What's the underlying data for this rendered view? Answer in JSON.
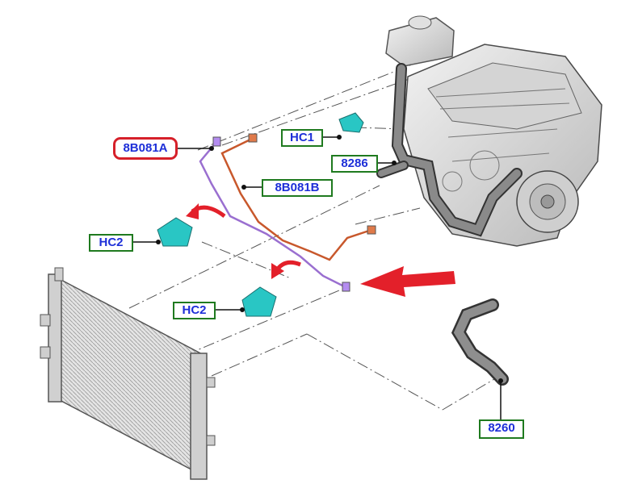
{
  "labels": {
    "hose_assembly_a": "8B081A",
    "hose_assembly_b": "8B081B",
    "clamp_top": "HC1",
    "upper_hose": "8286",
    "clamp_left": "HC2",
    "clamp_lower": "HC2",
    "lower_hose": "8260"
  },
  "colors": {
    "label_text": "#1d2fd8",
    "label_border": "#1f7a1f",
    "highlight_border": "#d6202a",
    "pointer_arrow": "#e3202a",
    "hose_purple": "#9a6fd0",
    "hose_orange": "#c8582c",
    "clamp_cyan": "#29c6c4"
  },
  "icons": [
    "radiator-illustration",
    "engine-illustration",
    "expansion-tank-illustration",
    "lower-hose-illustration",
    "hose-clamp-icon",
    "pointer-arrow-icon"
  ]
}
